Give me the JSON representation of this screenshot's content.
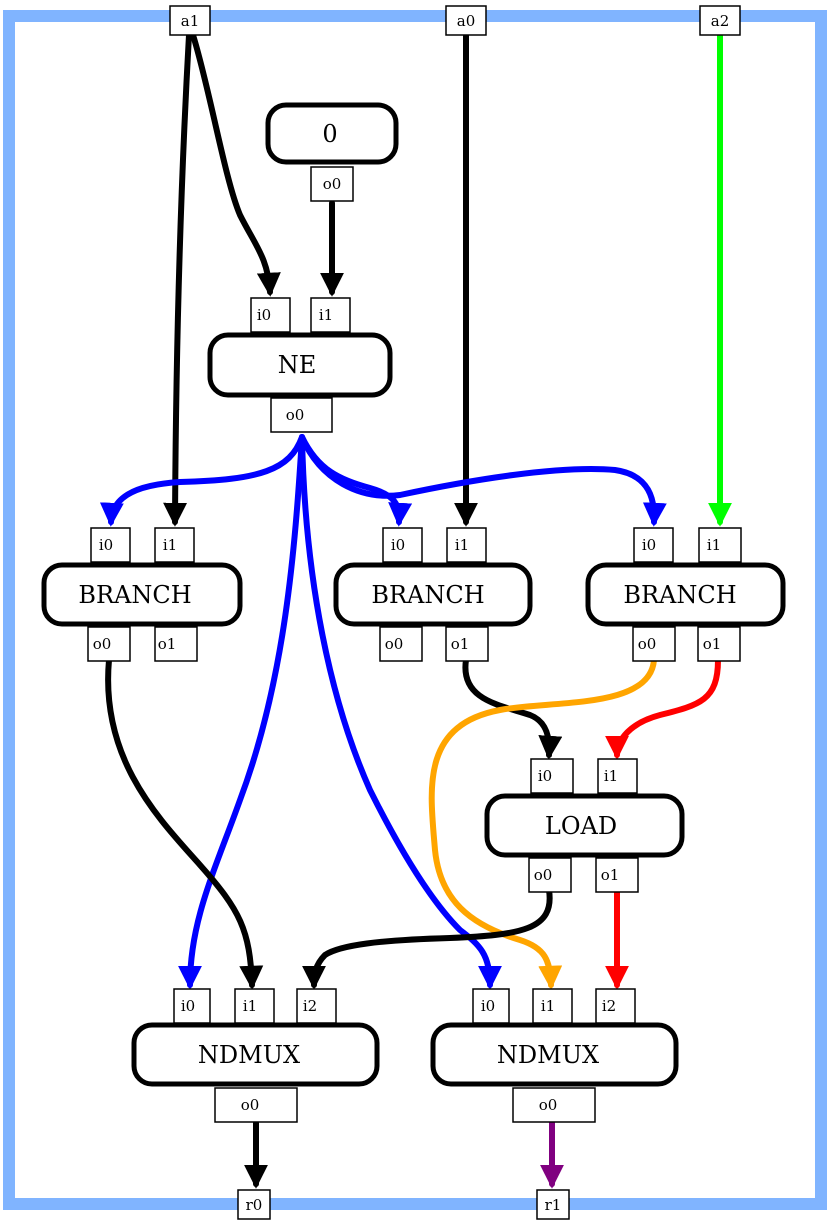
{
  "colors": {
    "frame": "#80b4ff",
    "black": "#000000",
    "blue": "#0000ff",
    "green": "#00ff00",
    "orange": "#ffa500",
    "red": "#ff0000",
    "purple": "#800080"
  },
  "inputs": {
    "a1": "a1",
    "a0": "a0",
    "a2": "a2"
  },
  "outputs": {
    "r0": "r0",
    "r1": "r1"
  },
  "nodes": {
    "const0": {
      "label": "0",
      "o0": "o0"
    },
    "ne": {
      "label": "NE",
      "i0": "i0",
      "i1": "i1",
      "o0": "o0"
    },
    "branch1": {
      "label": "BRANCH",
      "i0": "i0",
      "i1": "i1",
      "o0": "o0",
      "o1": "o1"
    },
    "branch2": {
      "label": "BRANCH",
      "i0": "i0",
      "i1": "i1",
      "o0": "o0",
      "o1": "o1"
    },
    "branch3": {
      "label": "BRANCH",
      "i0": "i0",
      "i1": "i1",
      "o0": "o0",
      "o1": "o1"
    },
    "load": {
      "label": "LOAD",
      "i0": "i0",
      "i1": "i1",
      "o0": "o0",
      "o1": "o1"
    },
    "ndmux1": {
      "label": "NDMUX",
      "i0": "i0",
      "i1": "i1",
      "i2": "i2",
      "o0": "o0"
    },
    "ndmux2": {
      "label": "NDMUX",
      "i0": "i0",
      "i1": "i1",
      "i2": "i2",
      "o0": "o0"
    }
  }
}
